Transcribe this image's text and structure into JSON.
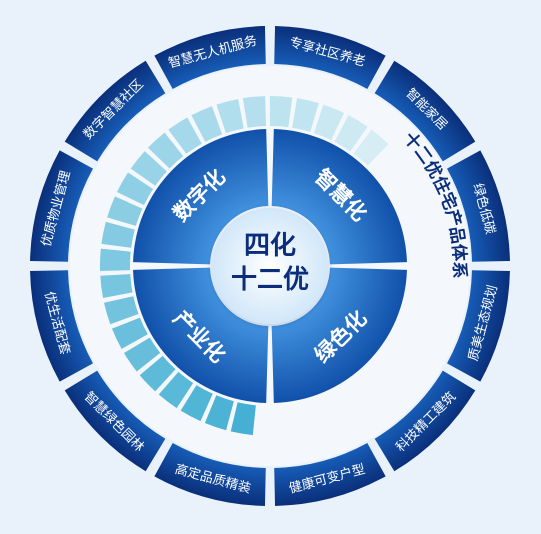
{
  "center": {
    "line1": "四化",
    "line2": "十二优"
  },
  "quadrants": [
    {
      "label": "数字化"
    },
    {
      "label": "智慧化"
    },
    {
      "label": "绿色化"
    },
    {
      "label": "产业化"
    }
  ],
  "system_title": "十二优住宅产品体系",
  "outer_segments": [
    {
      "label": "专享社区养老"
    },
    {
      "label": "智能家居"
    },
    {
      "label": "绿色低碳"
    },
    {
      "label": "质美生态规划"
    },
    {
      "label": "科技精工建筑"
    },
    {
      "label": "健康可变户型"
    },
    {
      "label": "高定品质精装"
    },
    {
      "label": "智慧绿色园林"
    },
    {
      "label": "优生活配套"
    },
    {
      "label": "优质物业管理"
    },
    {
      "label": "数字智慧社区"
    },
    {
      "label": "智慧无人机服务"
    }
  ],
  "colors": {
    "background": "#e9f1fb",
    "outer_dark": "#0a2f7a",
    "outer_mid": "#1c66c0",
    "quadrant_blue": "#1a63bd",
    "center_light": "#d7ecfa",
    "cyan_band": "#68c6e2",
    "text_white": "#ffffff",
    "text_navy": "#0b2e7c"
  }
}
